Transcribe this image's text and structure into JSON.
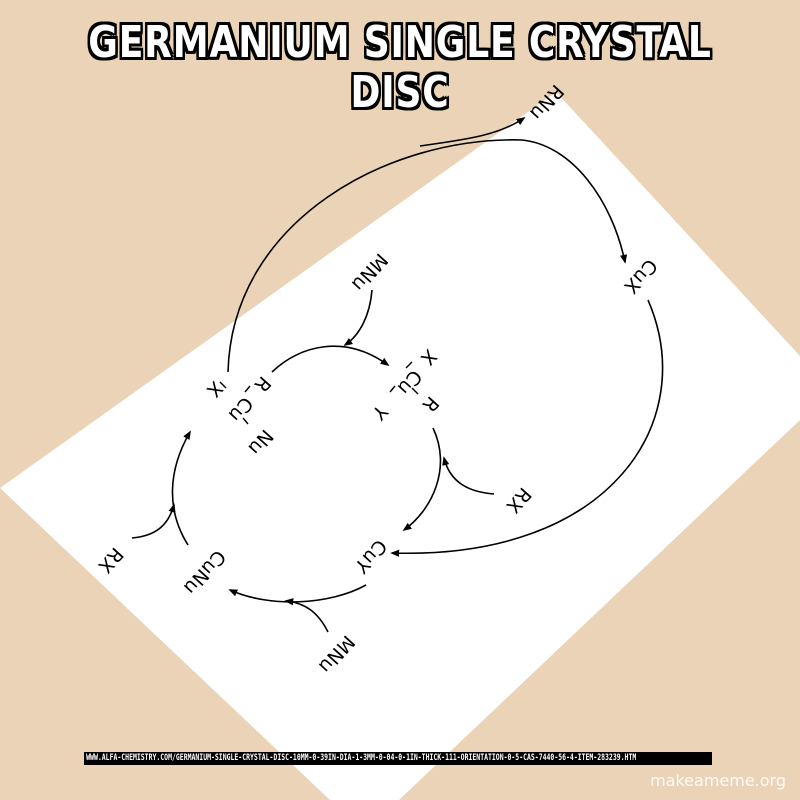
{
  "meme": {
    "title_line1": "GERMANIUM SINGLE CRYSTAL",
    "title_line2": "DISC",
    "source_url": "WWW.ALFA-CHEMISTRY.COM/GERMANIUM-SINGLE-CRYSTAL-DISC-10MM-0-39IN-DIA-1-3MM-0-04-0-1IN-THICK-111-ORIENTATION-0-5-CAS-7440-56-4-ITEM-283239.HTM",
    "watermark": "makeameme.org"
  },
  "diagram": {
    "labels": {
      "rnu": "RNu",
      "cux": "CuX",
      "mnu_top": "MNu",
      "mnu_bottom": "MNu",
      "rx_right": "RX",
      "rx_left": "RX",
      "cuy": "CuY",
      "cunu": "CuNu"
    },
    "complex_right": {
      "top": "X",
      "middle": "Cu",
      "left": "R",
      "right": "Y"
    },
    "complex_left": {
      "top": "R",
      "middle": "Cu",
      "left": "X",
      "right": "Nu"
    }
  }
}
